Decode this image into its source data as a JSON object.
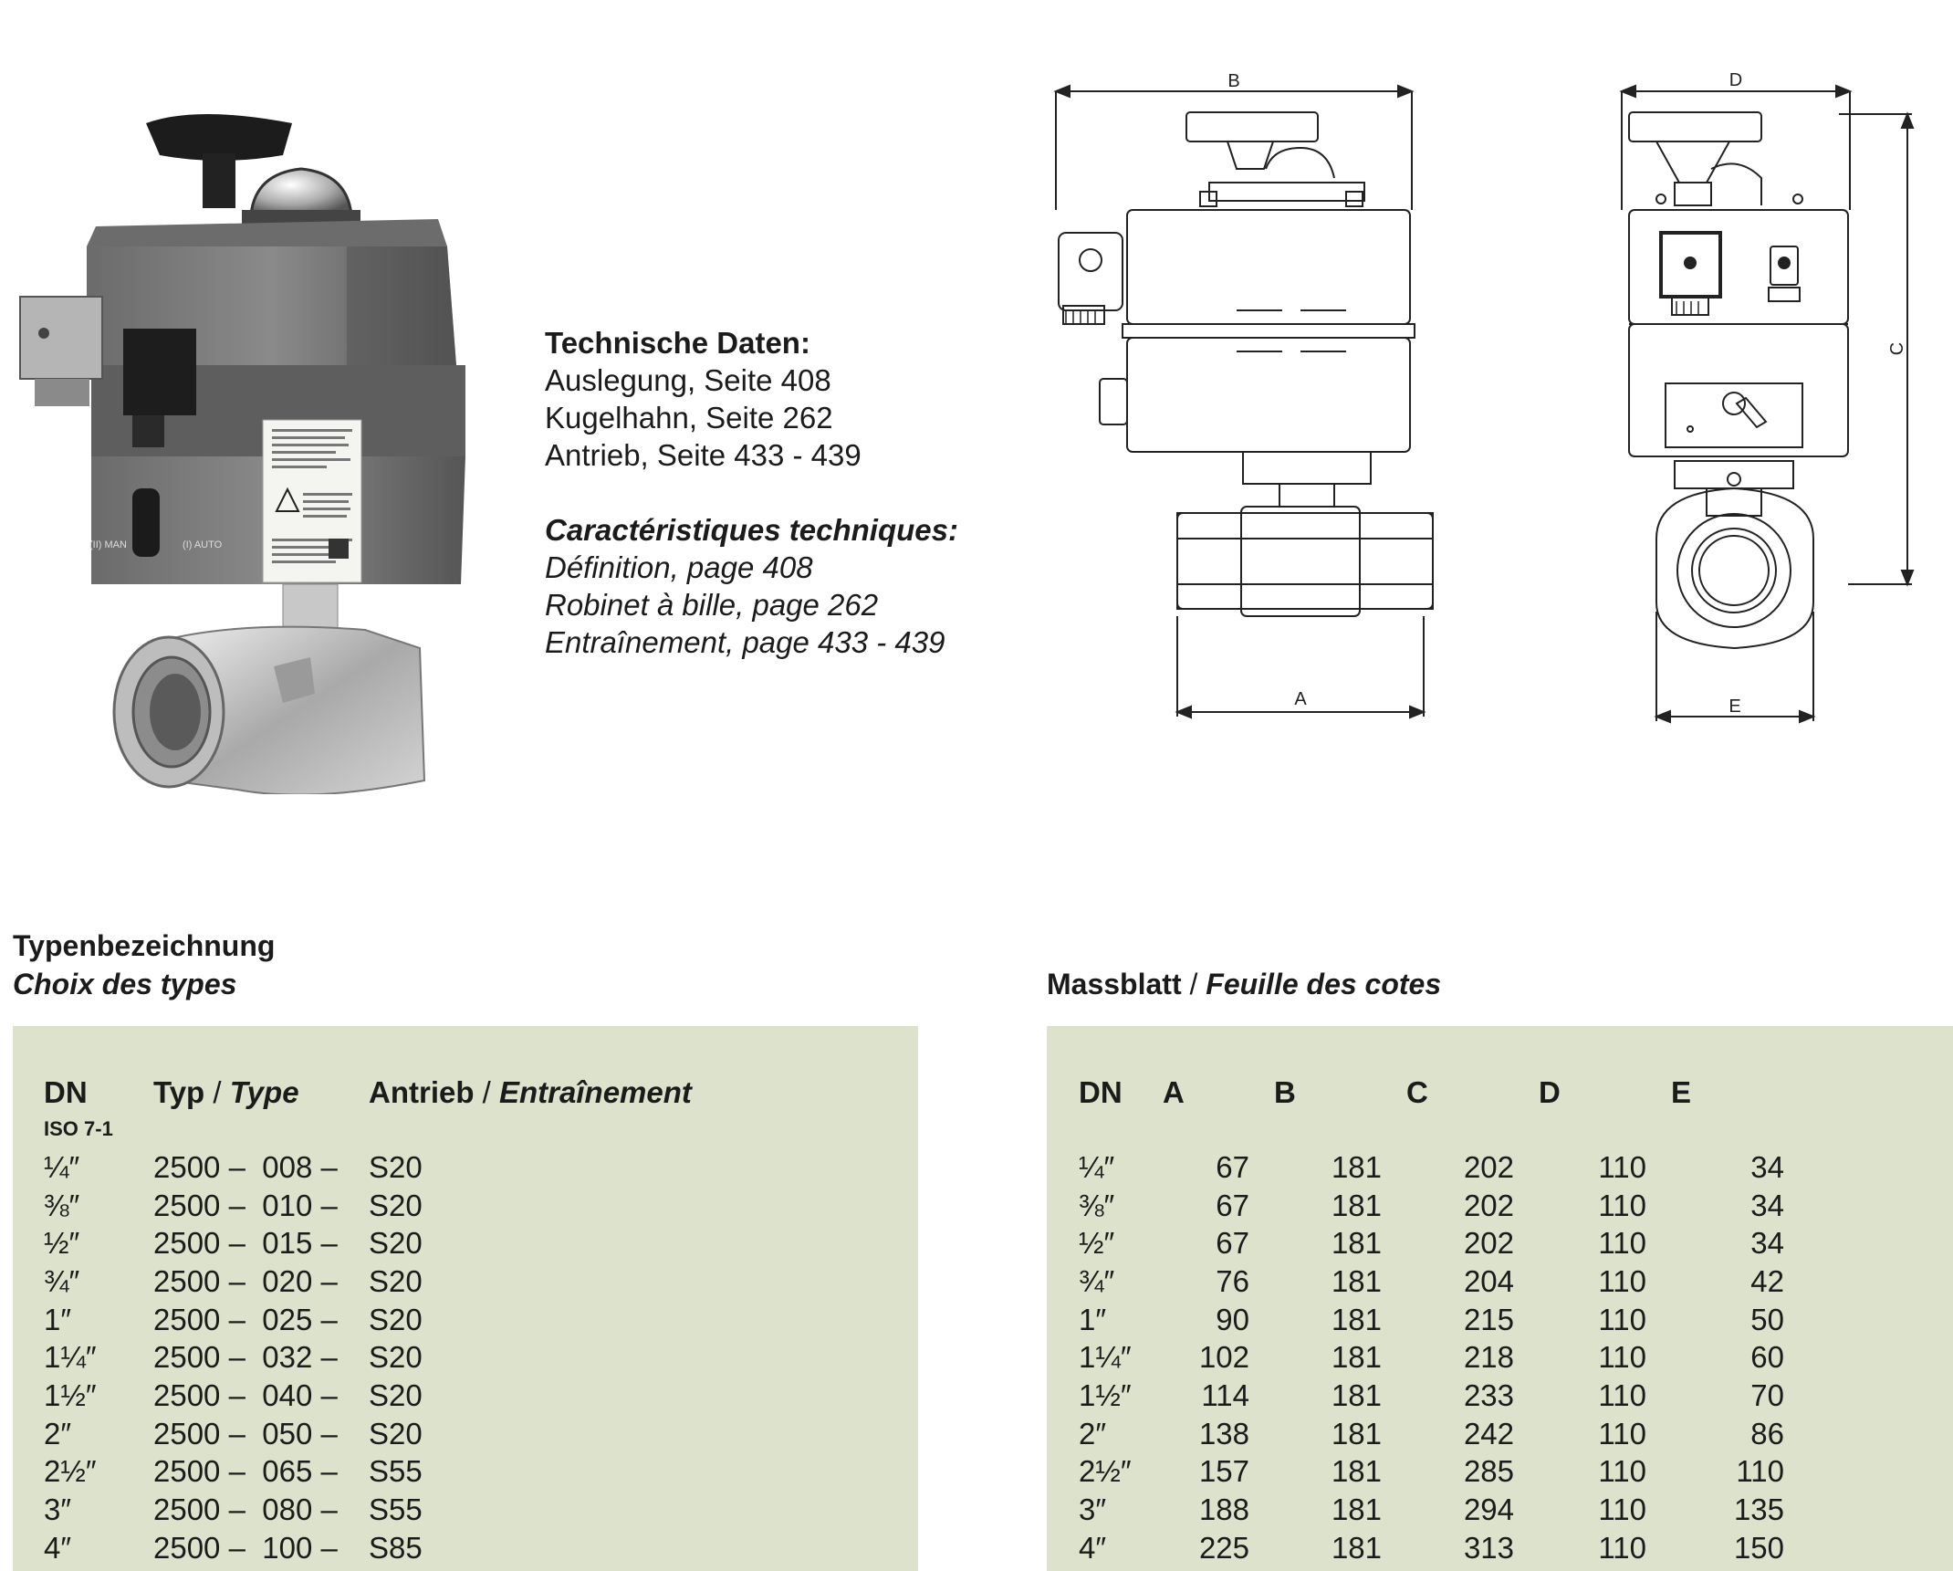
{
  "tech": {
    "de_title": "Technische Daten:",
    "de_lines": [
      "Auslegung, Seite 408",
      "Kugelhahn, Seite 262",
      "Antrieb, Seite 433 - 439"
    ],
    "fr_title": "Caractéristiques techniques:",
    "fr_lines": [
      "Définition, page 408",
      "Robinet à bille, page 262",
      "Entraînement, page 433 - 439"
    ]
  },
  "drawing": {
    "labels": {
      "a": "A",
      "b": "B",
      "c": "C",
      "d": "D",
      "e": "E"
    }
  },
  "photo": {
    "label_man": "(II) MAN",
    "label_auto": "(I) AUTO"
  },
  "types": {
    "title_de": "Typenbezeichnung",
    "title_fr": "Choix des types",
    "headers": {
      "dn": "DN",
      "typ": "Typ",
      "slash": " / ",
      "type": "Type",
      "antrieb": "Antrieb",
      "entr": "Entraînement"
    },
    "sub": "ISO 7-1",
    "rows": [
      {
        "dn": "¼″",
        "typ": "2500 –  008 –",
        "antrieb": "S20"
      },
      {
        "dn": "⅜″",
        "typ": "2500 –  010 –",
        "antrieb": "S20"
      },
      {
        "dn": "½″",
        "typ": "2500 –  015 –",
        "antrieb": "S20"
      },
      {
        "dn": "¾″",
        "typ": "2500 –  020 –",
        "antrieb": "S20"
      },
      {
        "dn": "1″",
        "typ": "2500 –  025 –",
        "antrieb": "S20"
      },
      {
        "dn": "1¼″",
        "typ": "2500 –  032 –",
        "antrieb": "S20"
      },
      {
        "dn": "1½″",
        "typ": "2500 –  040 –",
        "antrieb": "S20"
      },
      {
        "dn": "2″",
        "typ": "2500 –  050 –",
        "antrieb": "S20"
      },
      {
        "dn": "2½″",
        "typ": "2500 –  065 –",
        "antrieb": "S55"
      },
      {
        "dn": "3″",
        "typ": "2500 –  080 –",
        "antrieb": "S55"
      },
      {
        "dn": "4″",
        "typ": "2500 –  100 –",
        "antrieb": "S85"
      }
    ]
  },
  "dims": {
    "title_de": "Massblatt",
    "sep": " / ",
    "title_fr": "Feuille des cotes",
    "headers": [
      "DN",
      "A",
      "B",
      "C",
      "D",
      "E"
    ],
    "rows": [
      [
        "¼″",
        "67",
        "181",
        "202",
        "110",
        "34"
      ],
      [
        "⅜″",
        "67",
        "181",
        "202",
        "110",
        "34"
      ],
      [
        "½″",
        "67",
        "181",
        "202",
        "110",
        "34"
      ],
      [
        "¾″",
        "76",
        "181",
        "204",
        "110",
        "42"
      ],
      [
        "1″",
        "90",
        "181",
        "215",
        "110",
        "50"
      ],
      [
        "1¼″",
        "102",
        "181",
        "218",
        "110",
        "60"
      ],
      [
        "1½″",
        "114",
        "181",
        "233",
        "110",
        "70"
      ],
      [
        "2″",
        "138",
        "181",
        "242",
        "110",
        "86"
      ],
      [
        "2½″",
        "157",
        "181",
        "285",
        "110",
        "110"
      ],
      [
        "3″",
        "188",
        "181",
        "294",
        "110",
        "135"
      ],
      [
        "4″",
        "225",
        "181",
        "313",
        "110",
        "150"
      ]
    ]
  }
}
